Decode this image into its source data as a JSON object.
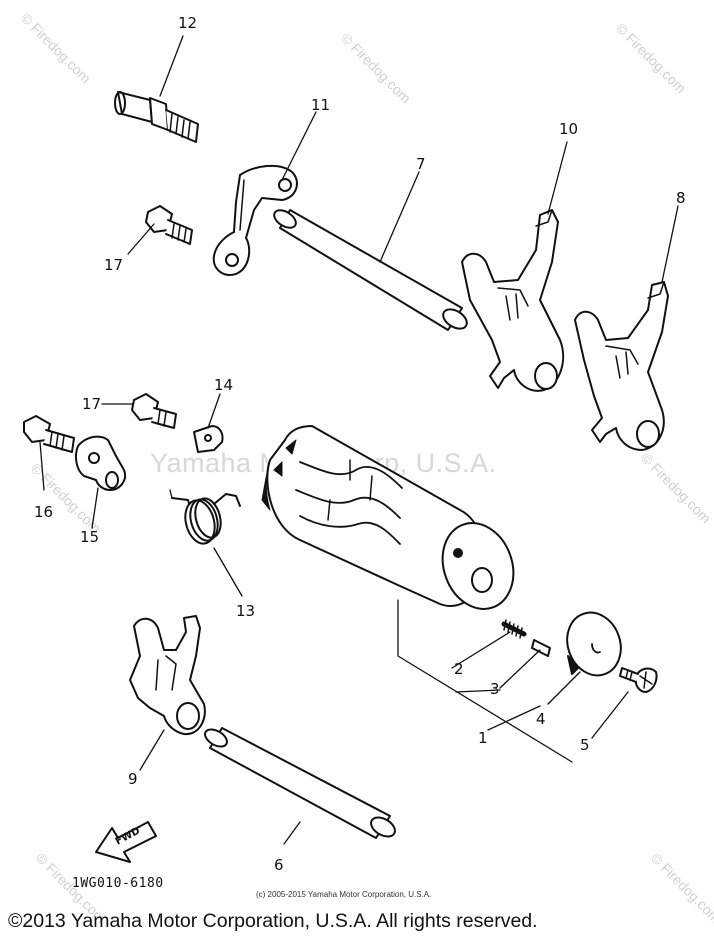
{
  "callouts": [
    "12",
    "11",
    "7",
    "10",
    "8",
    "17",
    "14",
    "17",
    "16",
    "15",
    "13",
    "2",
    "3",
    "4",
    "1",
    "5",
    "9",
    "6"
  ],
  "part_code": "1WG010-6180",
  "small_copyright": "(c) 2005-2015 Yamaha Motor Corporation, U.S.A.",
  "copyright": "©2013 Yamaha Motor Corporation, U.S.A. All rights reserved.",
  "watermark_main": "Yamaha Motor Corp, U.S.A.",
  "watermark_site": "© Firedog.com",
  "fwd_label": "FWD",
  "colors": {
    "ink": "#111111",
    "watermark": "#d8d8d8"
  }
}
